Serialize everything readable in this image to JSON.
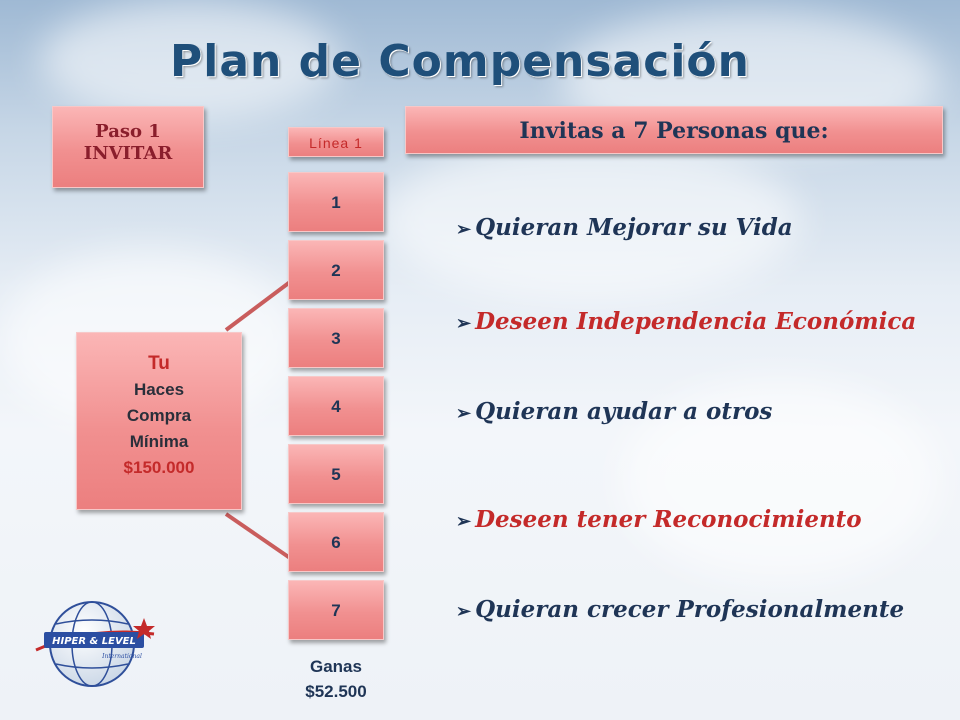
{
  "title": "Plan de Compensación",
  "paso": {
    "line1": "Paso 1",
    "line2": "INVITAR"
  },
  "linea_label": "Línea 1",
  "invitas_title": "Invitas a 7 Personas que:",
  "lines": [
    "1",
    "2",
    "3",
    "4",
    "5",
    "6",
    "7"
  ],
  "tu_box": {
    "label": "Tu",
    "line1": "Haces",
    "line2": "Compra",
    "line3": "Mínima",
    "price": "$150.000"
  },
  "ganas": {
    "label": "Ganas",
    "amount": "$52.500"
  },
  "bullets": [
    {
      "text": "Quieran Mejorar su Vida",
      "color": "#1f3556"
    },
    {
      "text": "Deseen Independencia Económica",
      "color": "#c42a2a"
    },
    {
      "text": "Quieran ayudar a otros",
      "color": "#1f3556"
    },
    {
      "text": "Deseen tener Reconocimiento",
      "color": "#c42a2a"
    },
    {
      "text": "Quieran  crecer Profesionalmente",
      "color": "#1f3556"
    }
  ],
  "logo": {
    "brand": "HIPER & LEVEL",
    "sub": "International"
  },
  "colors": {
    "box_pink": "#f19090",
    "navy": "#1f3556",
    "red": "#c42a2a"
  }
}
